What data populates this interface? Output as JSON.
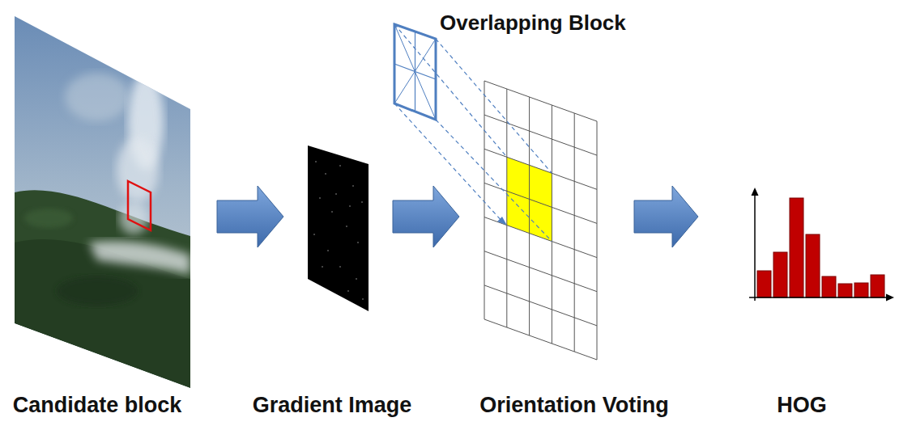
{
  "diagram": {
    "nodes": [
      {
        "text": [
          "Candidate block"
        ]
      },
      {
        "text": [
          "Gradient Image"
        ]
      },
      {
        "text": [
          "Orientation Voting"
        ]
      },
      {
        "text": [
          "HOG"
        ]
      }
    ],
    "edges": [
      {
        "from": 0,
        "to": 1,
        "arrow": "to"
      },
      {
        "from": 1,
        "to": 2,
        "arrow": "to"
      },
      {
        "from": 2,
        "to": 3,
        "arrow": "to"
      }
    ],
    "labels": [
      "Overlapping Block"
    ]
  }
}
